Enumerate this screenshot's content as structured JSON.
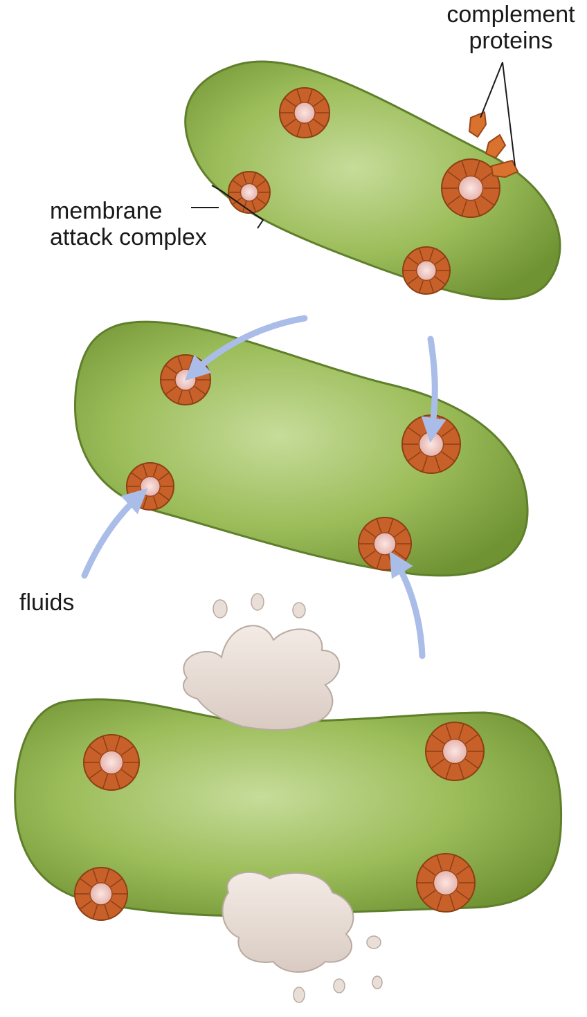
{
  "labels": {
    "complement_line1": "complement",
    "complement_line2": "proteins",
    "mac_line1": "membrane",
    "mac_line2": "attack complex",
    "fluids": "fluids"
  },
  "colors": {
    "bacterium_fill": "#8db04a",
    "bacterium_edge": "#5f7f2a",
    "pore_ring": "#c8602a",
    "pore_center": "#f2d6d4",
    "arrow": "#a9bde8",
    "fluid": "#eadfd8"
  }
}
